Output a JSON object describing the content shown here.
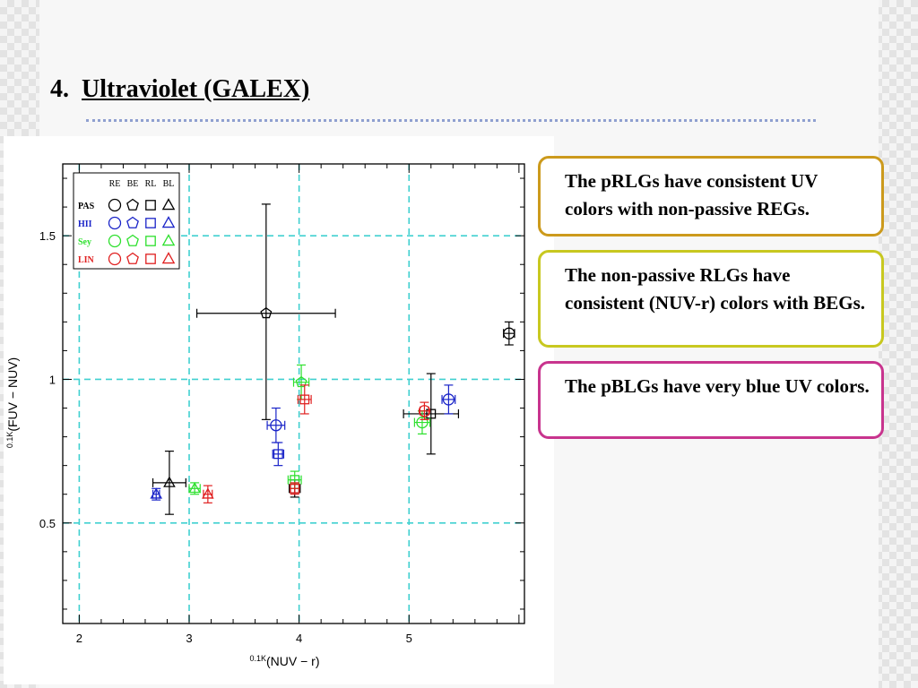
{
  "slide": {
    "title_number": "4.",
    "title_text": "Ultraviolet (GALEX)"
  },
  "callouts": [
    {
      "text": "The pRLGs have consistent UV colors with non-passive REGs.",
      "border_color": "#cc9a1c"
    },
    {
      "text": "The non-passive RLGs have consistent (NUV-r) colors with BEGs.",
      "border_color": "#c8c820"
    },
    {
      "text": "The pBLGs have very blue UV colors.",
      "border_color": "#c8348e"
    }
  ],
  "chart_data": {
    "type": "scatter",
    "title": "",
    "xlabel_prefix": "0.1K",
    "xlabel": "(NUV − r)",
    "ylabel_prefix": "0.1K",
    "ylabel": "(FUV − NUV)",
    "xlim": [
      1.85,
      6.05
    ],
    "ylim": [
      0.15,
      1.75
    ],
    "xticks": [
      2,
      3,
      4,
      5
    ],
    "yticks": [
      0.5,
      1,
      1.5
    ],
    "xtick_labels": [
      "2",
      "3",
      "4",
      "5"
    ],
    "ytick_labels": [
      "0.5",
      "1",
      "1.5"
    ],
    "grid": true,
    "grid_color": "#40d0d0",
    "legend_position": "top-left",
    "legend": {
      "columns": [
        "RE",
        "BE",
        "RL",
        "BL"
      ],
      "shapes": [
        "circle",
        "pentagon",
        "square",
        "triangle"
      ],
      "rows": [
        {
          "label": "PAS",
          "color": "#000000"
        },
        {
          "label": "HII",
          "color": "#1a24c8"
        },
        {
          "label": "Sey",
          "color": "#2ee02e"
        },
        {
          "label": "LIN",
          "color": "#e02020"
        }
      ]
    },
    "points": [
      {
        "class": "PAS",
        "type": "BE",
        "x": 3.7,
        "y": 1.23,
        "xerr": [
          0.63,
          0.63
        ],
        "yerr": [
          0.37,
          0.38
        ]
      },
      {
        "class": "PAS",
        "type": "BL",
        "x": 2.82,
        "y": 0.64,
        "xerr": [
          0.15,
          0.15
        ],
        "yerr": [
          0.11,
          0.11
        ]
      },
      {
        "class": "PAS",
        "type": "RL",
        "x": 5.2,
        "y": 0.88,
        "xerr": [
          0.25,
          0.25
        ],
        "yerr": [
          0.14,
          0.14
        ]
      },
      {
        "class": "PAS",
        "type": "RE",
        "x": 5.91,
        "y": 1.16,
        "xerr": [
          0.05,
          0.05
        ],
        "yerr": [
          0.04,
          0.04
        ]
      },
      {
        "class": "PAS",
        "type": "RL",
        "x": 3.96,
        "y": 0.62,
        "xerr": [
          0.05,
          0.05
        ],
        "yerr": [
          0.03,
          0.03
        ]
      },
      {
        "class": "HII",
        "type": "RE",
        "x": 3.79,
        "y": 0.84,
        "xerr": [
          0.08,
          0.08
        ],
        "yerr": [
          0.06,
          0.06
        ]
      },
      {
        "class": "HII",
        "type": "RL",
        "x": 3.81,
        "y": 0.74,
        "xerr": [
          0.05,
          0.05
        ],
        "yerr": [
          0.04,
          0.04
        ]
      },
      {
        "class": "HII",
        "type": "RE",
        "x": 5.36,
        "y": 0.93,
        "xerr": [
          0.06,
          0.06
        ],
        "yerr": [
          0.05,
          0.05
        ]
      },
      {
        "class": "HII",
        "type": "BL",
        "x": 2.7,
        "y": 0.6,
        "xerr": [
          0.03,
          0.03
        ],
        "yerr": [
          0.02,
          0.02
        ]
      },
      {
        "class": "Sey",
        "type": "BE",
        "x": 4.02,
        "y": 0.99,
        "xerr": [
          0.07,
          0.07
        ],
        "yerr": [
          0.06,
          0.06
        ]
      },
      {
        "class": "Sey",
        "type": "RE",
        "x": 5.12,
        "y": 0.85,
        "xerr": [
          0.07,
          0.07
        ],
        "yerr": [
          0.04,
          0.04
        ]
      },
      {
        "class": "Sey",
        "type": "BL",
        "x": 3.05,
        "y": 0.62,
        "xerr": [
          0.05,
          0.05
        ],
        "yerr": [
          0.02,
          0.02
        ]
      },
      {
        "class": "Sey",
        "type": "RL",
        "x": 3.96,
        "y": 0.65,
        "xerr": [
          0.06,
          0.06
        ],
        "yerr": [
          0.03,
          0.03
        ]
      },
      {
        "class": "LIN",
        "type": "RL",
        "x": 4.05,
        "y": 0.93,
        "xerr": [
          0.06,
          0.06
        ],
        "yerr": [
          0.05,
          0.05
        ]
      },
      {
        "class": "LIN",
        "type": "RE",
        "x": 5.14,
        "y": 0.89,
        "xerr": [
          0.04,
          0.04
        ],
        "yerr": [
          0.03,
          0.03
        ]
      },
      {
        "class": "LIN",
        "type": "BL",
        "x": 3.17,
        "y": 0.6,
        "xerr": [
          0.04,
          0.04
        ],
        "yerr": [
          0.03,
          0.03
        ]
      },
      {
        "class": "LIN",
        "type": "RL",
        "x": 3.96,
        "y": 0.62,
        "xerr": [
          0.04,
          0.04
        ],
        "yerr": [
          0.02,
          0.02
        ]
      }
    ]
  }
}
